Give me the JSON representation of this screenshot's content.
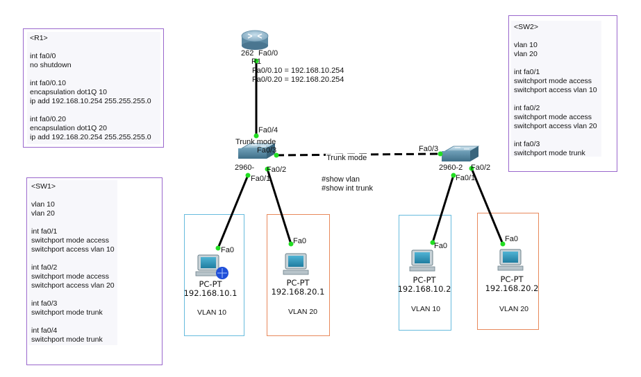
{
  "notes": {
    "r1": {
      "text": "<R1>\n\nint fa0/0\nno shutdown\n\nint fa0/0.10\nencapsulation dot1Q 10\nip add 192.168.10.254 255.255.255.0\n\nint fa0/0.20\nencapsulation dot1Q 20\nip add 192.168.20.254 255.255.255.0"
    },
    "sw1": {
      "text": "<SW1>\n\nvlan 10\nvlan 20\n\nint fa0/1\nswitchport mode access\nswitchport access vlan 10\n\nint fa0/2\nswitchport mode access\nswitchport access vlan 20\n\nint fa0/3\nswitchport mode trunk\n\nint fa0/4\nswitchport mode trunk"
    },
    "sw2": {
      "text": "<SW2>\n\nvlan 10\nvlan 20\n\nint fa0/1\nswitchport mode access\nswitchport access vlan 10\n\nint fa0/2\nswitchport mode access\nswitchport access vlan 20\n\nint fa0/3\nswitchport mode trunk"
    },
    "show_cmds": {
      "text": "#show vlan\n#show int trunk"
    }
  },
  "router": {
    "model": "262",
    "name": "R1",
    "port_fa00": "Fa0/0",
    "subif_10": "Fa0/0.10 = 192.168.10.254",
    "subif_20": "Fa0/0.20 = 192.168.20.254"
  },
  "sw1": {
    "model": "2960-",
    "port_fa04": "Fa0/4",
    "trunk_label": "Trunk mode",
    "port_fa03": "Fa0/3",
    "port_fa02": "Fa0/2",
    "port_fa01": "Fa0/1"
  },
  "sw2": {
    "model": "2960-2",
    "port_fa03": "Fa0/3",
    "port_fa02": "Fa0/2",
    "port_fa01": "Fa0/1"
  },
  "trunk_link_label": "Trunk mode",
  "pcs": [
    {
      "port": "Fa0",
      "type": "PC-PT",
      "ip": "192.168.10.1",
      "vlan": "VLAN 10"
    },
    {
      "port": "Fa0",
      "type": "PC-PT",
      "ip": "192.168.20.1",
      "vlan": "VLAN 20"
    },
    {
      "port": "Fa0",
      "type": "PC-PT",
      "ip": "192.168.10.2",
      "vlan": "VLAN 10"
    },
    {
      "port": "Fa0",
      "type": "PC-PT",
      "ip": "192.168.20.2",
      "vlan": "VLAN 20"
    }
  ],
  "colors": {
    "note_border": "#9966cc",
    "vlan10_area": "#66bbdd",
    "vlan20_area": "#e8885a",
    "link": "#000000",
    "port_up": "#22dd22"
  }
}
